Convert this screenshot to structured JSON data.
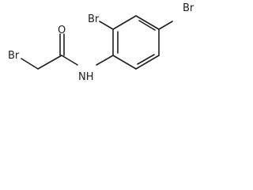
{
  "molecule": {
    "atoms": {
      "br_acetyl": "Br",
      "oxygen": "O",
      "nitrogen_hydrogen": "NH",
      "br_ortho": "Br",
      "br_para": "Br"
    },
    "bond_color": "#202020",
    "label_color": "#202020"
  }
}
